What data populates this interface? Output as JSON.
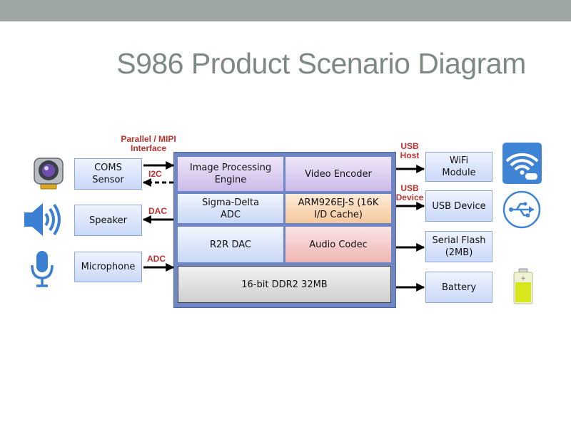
{
  "title": {
    "prefix": "S986",
    "rest": "Product Scenario Diagram"
  },
  "left_blocks": {
    "coms_sensor": "COMS\nSensor",
    "speaker": "Speaker",
    "microphone": "Microphone"
  },
  "core_blocks": {
    "image_processing": "Image Processing\nEngine",
    "video_encoder": "Video Encoder",
    "sigma_delta": "Sigma-Delta\nADC",
    "arm": "ARM926EJ-S (16K\nI/D Cache)",
    "r2r_dac": "R2R DAC",
    "audio_codec": "Audio Codec",
    "ddr2": "16-bit DDR2 32MB"
  },
  "right_blocks": {
    "wifi": "WiFi\nModule",
    "usb_device": "USB Device",
    "serial_flash": "Serial Flash\n(2MB)",
    "battery": "Battery"
  },
  "labels": {
    "parallel_mipi": "Parallel / MIPI\nInterface",
    "i2c": "I2C",
    "dac": "DAC",
    "adc": "ADC",
    "usb_host": "USB\nHost",
    "usb_device": "USB\nDevice"
  },
  "colors": {
    "label_red": "#c0312f",
    "chip_border": "#6f86c6",
    "title_gray": "#7d8a82",
    "wifi_icon_bg": "#3f83d4",
    "speaker_icon": "#3b7fd2",
    "battery_fill": "#d8e61e"
  },
  "icons": [
    "camera-icon",
    "speaker-icon",
    "microphone-icon",
    "wifi-icon",
    "usb-icon",
    "battery-icon"
  ]
}
